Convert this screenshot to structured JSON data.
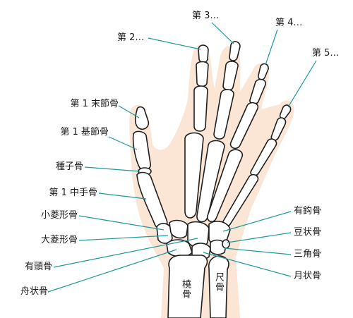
{
  "labels": {
    "finger3": "第 3…",
    "finger4": "第 4…",
    "finger2": "第 2…",
    "finger5": "第 5…",
    "distal1": "第 1 末節骨",
    "proximal1": "第 1 基節骨",
    "sesamoid": "種子骨",
    "metacarpal1": "第 1 中手骨",
    "trapezoid": "小菱形骨",
    "trapezium": "大菱形骨",
    "capitate": "有頭骨",
    "scaphoid": "舟状骨",
    "hamate": "有鈎骨",
    "pisiform": "豆状骨",
    "triquetrum": "三角骨",
    "lunate": "月状骨",
    "radius": "橈骨",
    "ulna": "尺骨"
  },
  "colors": {
    "skin": "#fbe6d6",
    "bone_fill": "#ffffff",
    "bone_stroke": "#1f1f1f",
    "leader": "#1e9a9a",
    "text": "#1a1a1a"
  }
}
